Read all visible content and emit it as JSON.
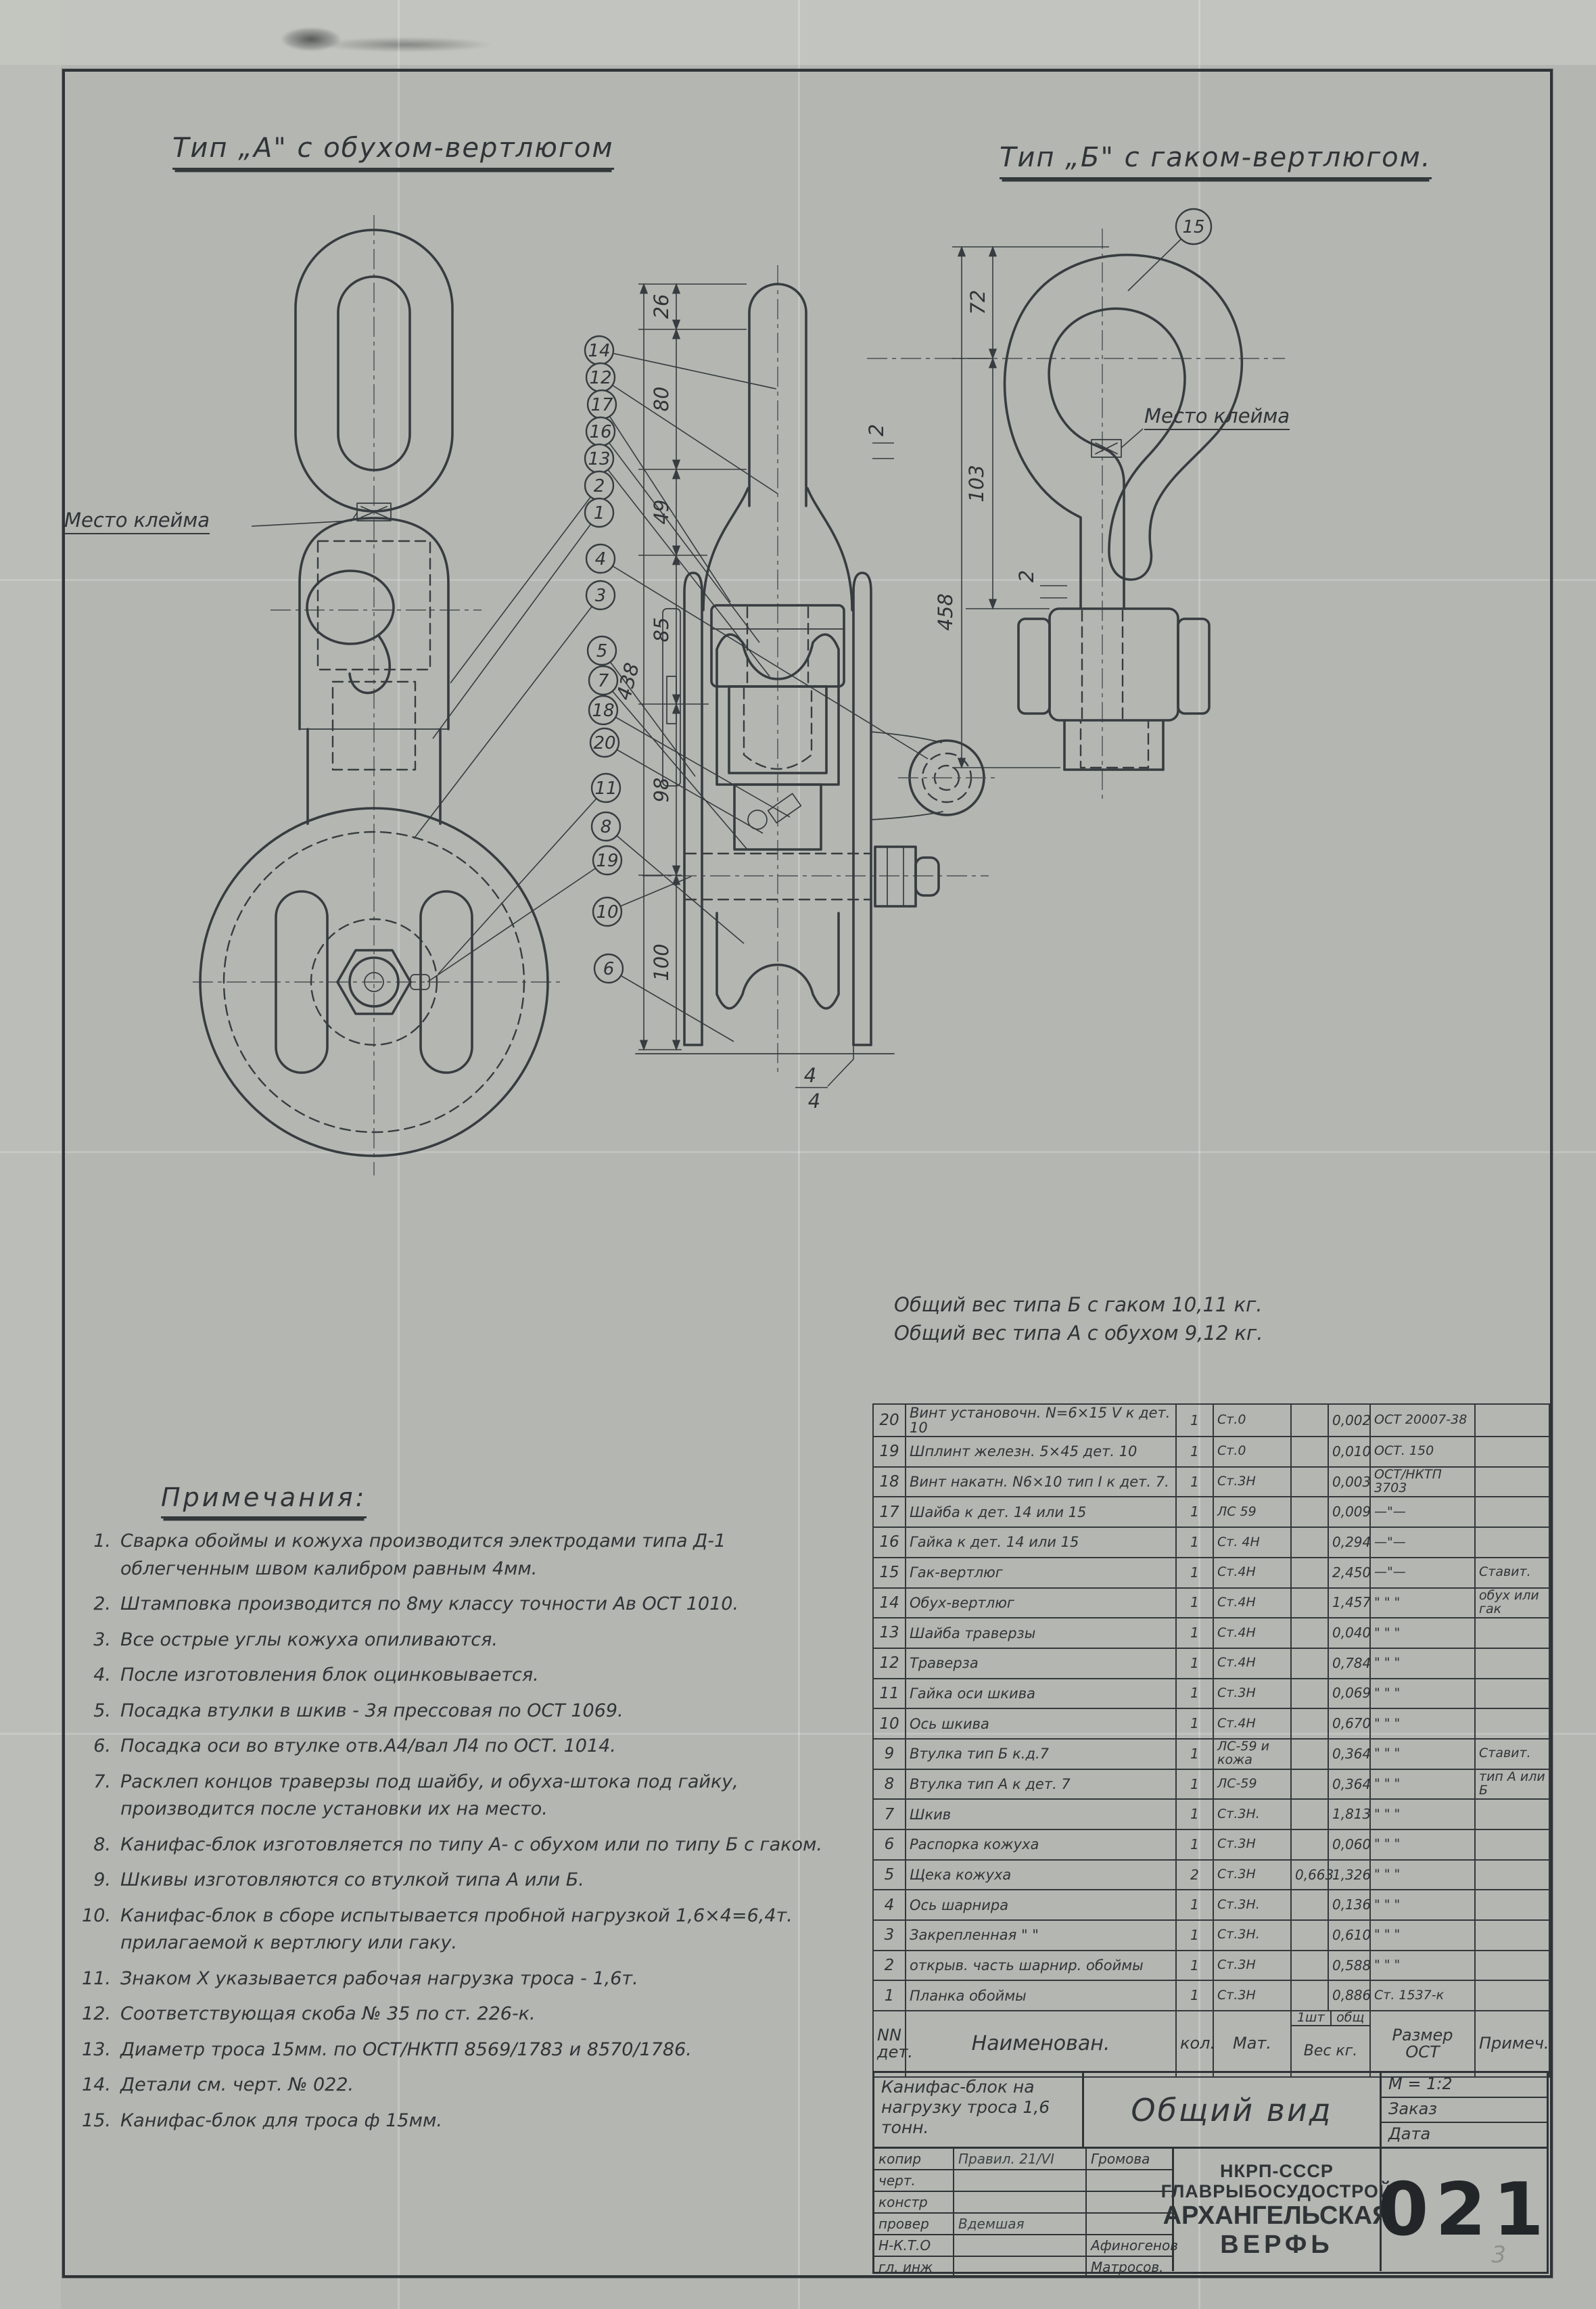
{
  "sheet": {
    "drawing_number": "021",
    "pencil_mark": "3"
  },
  "titles": {
    "type_a": "Тип „А\" с обухом-вертлюгом",
    "type_b": "Тип „Б\" с гаком-вертлюгом."
  },
  "stamp_labels": {
    "left": "Место клейма",
    "right": "Место клейма"
  },
  "weight_notes": {
    "line1": "Общий вес типа Б с гаком  10,11 кг.",
    "line2": "Общий вес типа А с обухом  9,12 кг."
  },
  "dims": {
    "m26": "26",
    "m80": "80",
    "m49": "49",
    "m85": "85",
    "m98": "98",
    "m100": "100",
    "m_total": "438",
    "m_gap": "2",
    "weld_top": "4",
    "weld_bot": "4",
    "r72": "72",
    "r103": "103",
    "r_total": "458",
    "r_gap": "2"
  },
  "callouts": {
    "left_column": [
      "14",
      "12",
      "17",
      "16",
      "13",
      "2",
      "1",
      "4",
      "3",
      "5",
      "7",
      "18",
      "20",
      "11",
      "8",
      "19",
      "10",
      "6"
    ],
    "hook": "15"
  },
  "notes": {
    "title": "Примечания:",
    "items": [
      {
        "num": "1.",
        "text": "Сварка обоймы и кожуха производится электродами типа Д-1 облегченным швом калибром равным 4мм."
      },
      {
        "num": "2.",
        "text": "Штамповка производится по 8му классу точности Ав ОСТ 1010."
      },
      {
        "num": "3.",
        "text": "Все острые углы кожуха опиливаются."
      },
      {
        "num": "4.",
        "text": "После изготовления блок оцинковывается."
      },
      {
        "num": "5.",
        "text": "Посадка втулки в шкив - 3я прессовая по ОСТ 1069."
      },
      {
        "num": "6.",
        "text": "Посадка оси во втулке отв.А4/вал Л4 по ОСТ. 1014."
      },
      {
        "num": "7.",
        "text": "Расклеп концов траверзы под шайбу, и обуха-штока под гайку, производится после установки их на место."
      },
      {
        "num": "8.",
        "text": "Канифас-блок изготовляется по типу А- с обухом или по типу Б с гаком."
      },
      {
        "num": "9.",
        "text": "Шкивы изготовляются со втулкой типа А или Б."
      },
      {
        "num": "10.",
        "text": "Канифас-блок в сборе испытывается пробной нагрузкой 1,6×4=6,4т. прилагаемой к вертлюгу или гаку."
      },
      {
        "num": "11.",
        "text": "Знаком Х указывается рабочая нагрузка троса - 1,6т."
      },
      {
        "num": "12.",
        "text": "Соответствующая скоба № 35  по ст. 226-к."
      },
      {
        "num": "13.",
        "text": "Диаметр троса 15мм. по ОСТ/НКТП 8569/1783 и 8570/1786."
      },
      {
        "num": "14.",
        "text": "Детали см. черт. № 022."
      },
      {
        "num": "15.",
        "text": "Канифас-блок для троса ф 15мм."
      }
    ]
  },
  "parts_table": {
    "headers": {
      "num": "NN\nдет.",
      "name": "Наименован.",
      "qty": "кол.",
      "mat": "Мат.",
      "w_unit": "1шт",
      "w_total": "общ",
      "w_label": "Вес кг.",
      "size": "Размер\nОСТ",
      "note": "Примеч."
    },
    "rows": [
      {
        "num": "20",
        "name": "Винт установочн. N=6×15 V к дет. 10",
        "qty": "1",
        "mat": "Ст.0",
        "w1": "",
        "w2": "0,002",
        "size": "ОСТ 20007-38",
        "note": ""
      },
      {
        "num": "19",
        "name": "Шплинт железн. 5×45 дет. 10",
        "qty": "1",
        "mat": "Ст.0",
        "w1": "",
        "w2": "0,010",
        "size": "ОСТ. 150",
        "note": ""
      },
      {
        "num": "18",
        "name": "Винт накатн. N6×10 тип I к дет. 7.",
        "qty": "1",
        "mat": "Ст.3Н",
        "w1": "",
        "w2": "0,003",
        "size": "ОСТ/НКТП 3703",
        "note": ""
      },
      {
        "num": "17",
        "name": "Шайба к дет. 14 или 15",
        "qty": "1",
        "mat": "ЛС 59",
        "w1": "",
        "w2": "0,009",
        "size": "—\"—",
        "note": ""
      },
      {
        "num": "16",
        "name": "Гайка к дет. 14 или 15",
        "qty": "1",
        "mat": "Ст. 4Н",
        "w1": "",
        "w2": "0,294",
        "size": "—\"—",
        "note": ""
      },
      {
        "num": "15",
        "name": "Гак-вертлюг",
        "qty": "1",
        "mat": "Ст.4Н",
        "w1": "",
        "w2": "2,450",
        "size": "—\"—",
        "note": "Ставит."
      },
      {
        "num": "14",
        "name": "Обух-вертлюг",
        "qty": "1",
        "mat": "Ст.4Н",
        "w1": "",
        "w2": "1,457",
        "size": "\"  \"  \"",
        "note": "обух или гак"
      },
      {
        "num": "13",
        "name": "Шайба траверзы",
        "qty": "1",
        "mat": "Ст.4Н",
        "w1": "",
        "w2": "0,040",
        "size": "\"  \"  \"",
        "note": ""
      },
      {
        "num": "12",
        "name": "Траверза",
        "qty": "1",
        "mat": "Ст.4Н",
        "w1": "",
        "w2": "0,784",
        "size": "\"  \"  \"",
        "note": ""
      },
      {
        "num": "11",
        "name": "Гайка оси шкива",
        "qty": "1",
        "mat": "Ст.3Н",
        "w1": "",
        "w2": "0,069",
        "size": "\"  \"  \"",
        "note": ""
      },
      {
        "num": "10",
        "name": "Ось шкива",
        "qty": "1",
        "mat": "Ст.4Н",
        "w1": "",
        "w2": "0,670",
        "size": "\"  \"  \"",
        "note": ""
      },
      {
        "num": "9",
        "name": "Втулка тип Б к.д.7",
        "qty": "1",
        "mat": "ЛС-59 и кожа",
        "w1": "",
        "w2": "0,364",
        "size": "\"  \"  \"",
        "note": "Ставит."
      },
      {
        "num": "8",
        "name": "Втулка тип А к дет. 7",
        "qty": "1",
        "mat": "ЛС-59",
        "w1": "",
        "w2": "0,364",
        "size": "\"  \"  \"",
        "note": "тип А или Б"
      },
      {
        "num": "7",
        "name": "Шкив",
        "qty": "1",
        "mat": "Ст.3Н.",
        "w1": "",
        "w2": "1,813",
        "size": "\"  \"  \"",
        "note": ""
      },
      {
        "num": "6",
        "name": "Распорка кожуха",
        "qty": "1",
        "mat": "Ст.3Н",
        "w1": "",
        "w2": "0,060",
        "size": "\"  \"  \"",
        "note": ""
      },
      {
        "num": "5",
        "name": "Щека кожуха",
        "qty": "2",
        "mat": "Ст.3Н",
        "w1": "0,663",
        "w2": "1,326",
        "size": "\"  \"  \"",
        "note": ""
      },
      {
        "num": "4",
        "name": "Ось шарнира",
        "qty": "1",
        "mat": "Ст.3Н.",
        "w1": "",
        "w2": "0,136",
        "size": "\"  \"  \"",
        "note": ""
      },
      {
        "num": "3",
        "name": "Закрепленная  \"  \"",
        "qty": "1",
        "mat": "Ст.3Н.",
        "w1": "",
        "w2": "0,610",
        "size": "\"  \"  \"",
        "note": ""
      },
      {
        "num": "2",
        "name": "открыв. часть шарнир. обоймы",
        "qty": "1",
        "mat": "Ст.3Н",
        "w1": "",
        "w2": "0,588",
        "size": "\"  \"  \"",
        "note": ""
      },
      {
        "num": "1",
        "name": "Планка обоймы",
        "qty": "1",
        "mat": "Ст.3Н",
        "w1": "",
        "w2": "0,886",
        "size": "Ст. 1537-к",
        "note": ""
      }
    ]
  },
  "title_block": {
    "item": "Канифас-блок на нагрузку троса 1,6 тонн.",
    "view": "Общий вид",
    "scale": "М = 1:2",
    "order": "Заказ",
    "date": "Дата",
    "sign_rows": [
      {
        "label": "копир",
        "sign": "Правил. 21/VI",
        "name": "Громова"
      },
      {
        "label": "черт.",
        "sign": "",
        "name": ""
      },
      {
        "label": "констр",
        "sign": "",
        "name": ""
      },
      {
        "label": "провер",
        "sign": "Вдемшая",
        "name": ""
      },
      {
        "label": "Н-К.Т.О",
        "sign": "",
        "name": "Афиногенов"
      },
      {
        "label": "гл. инж",
        "sign": "",
        "name": "Матросов."
      }
    ],
    "org_lines": [
      "НКРП-СССР",
      "ГЛАВРЫБОСУДОСТРОЙ",
      "АРХАНГЕЛЬСКАЯ",
      "ВЕРФЬ"
    ]
  }
}
